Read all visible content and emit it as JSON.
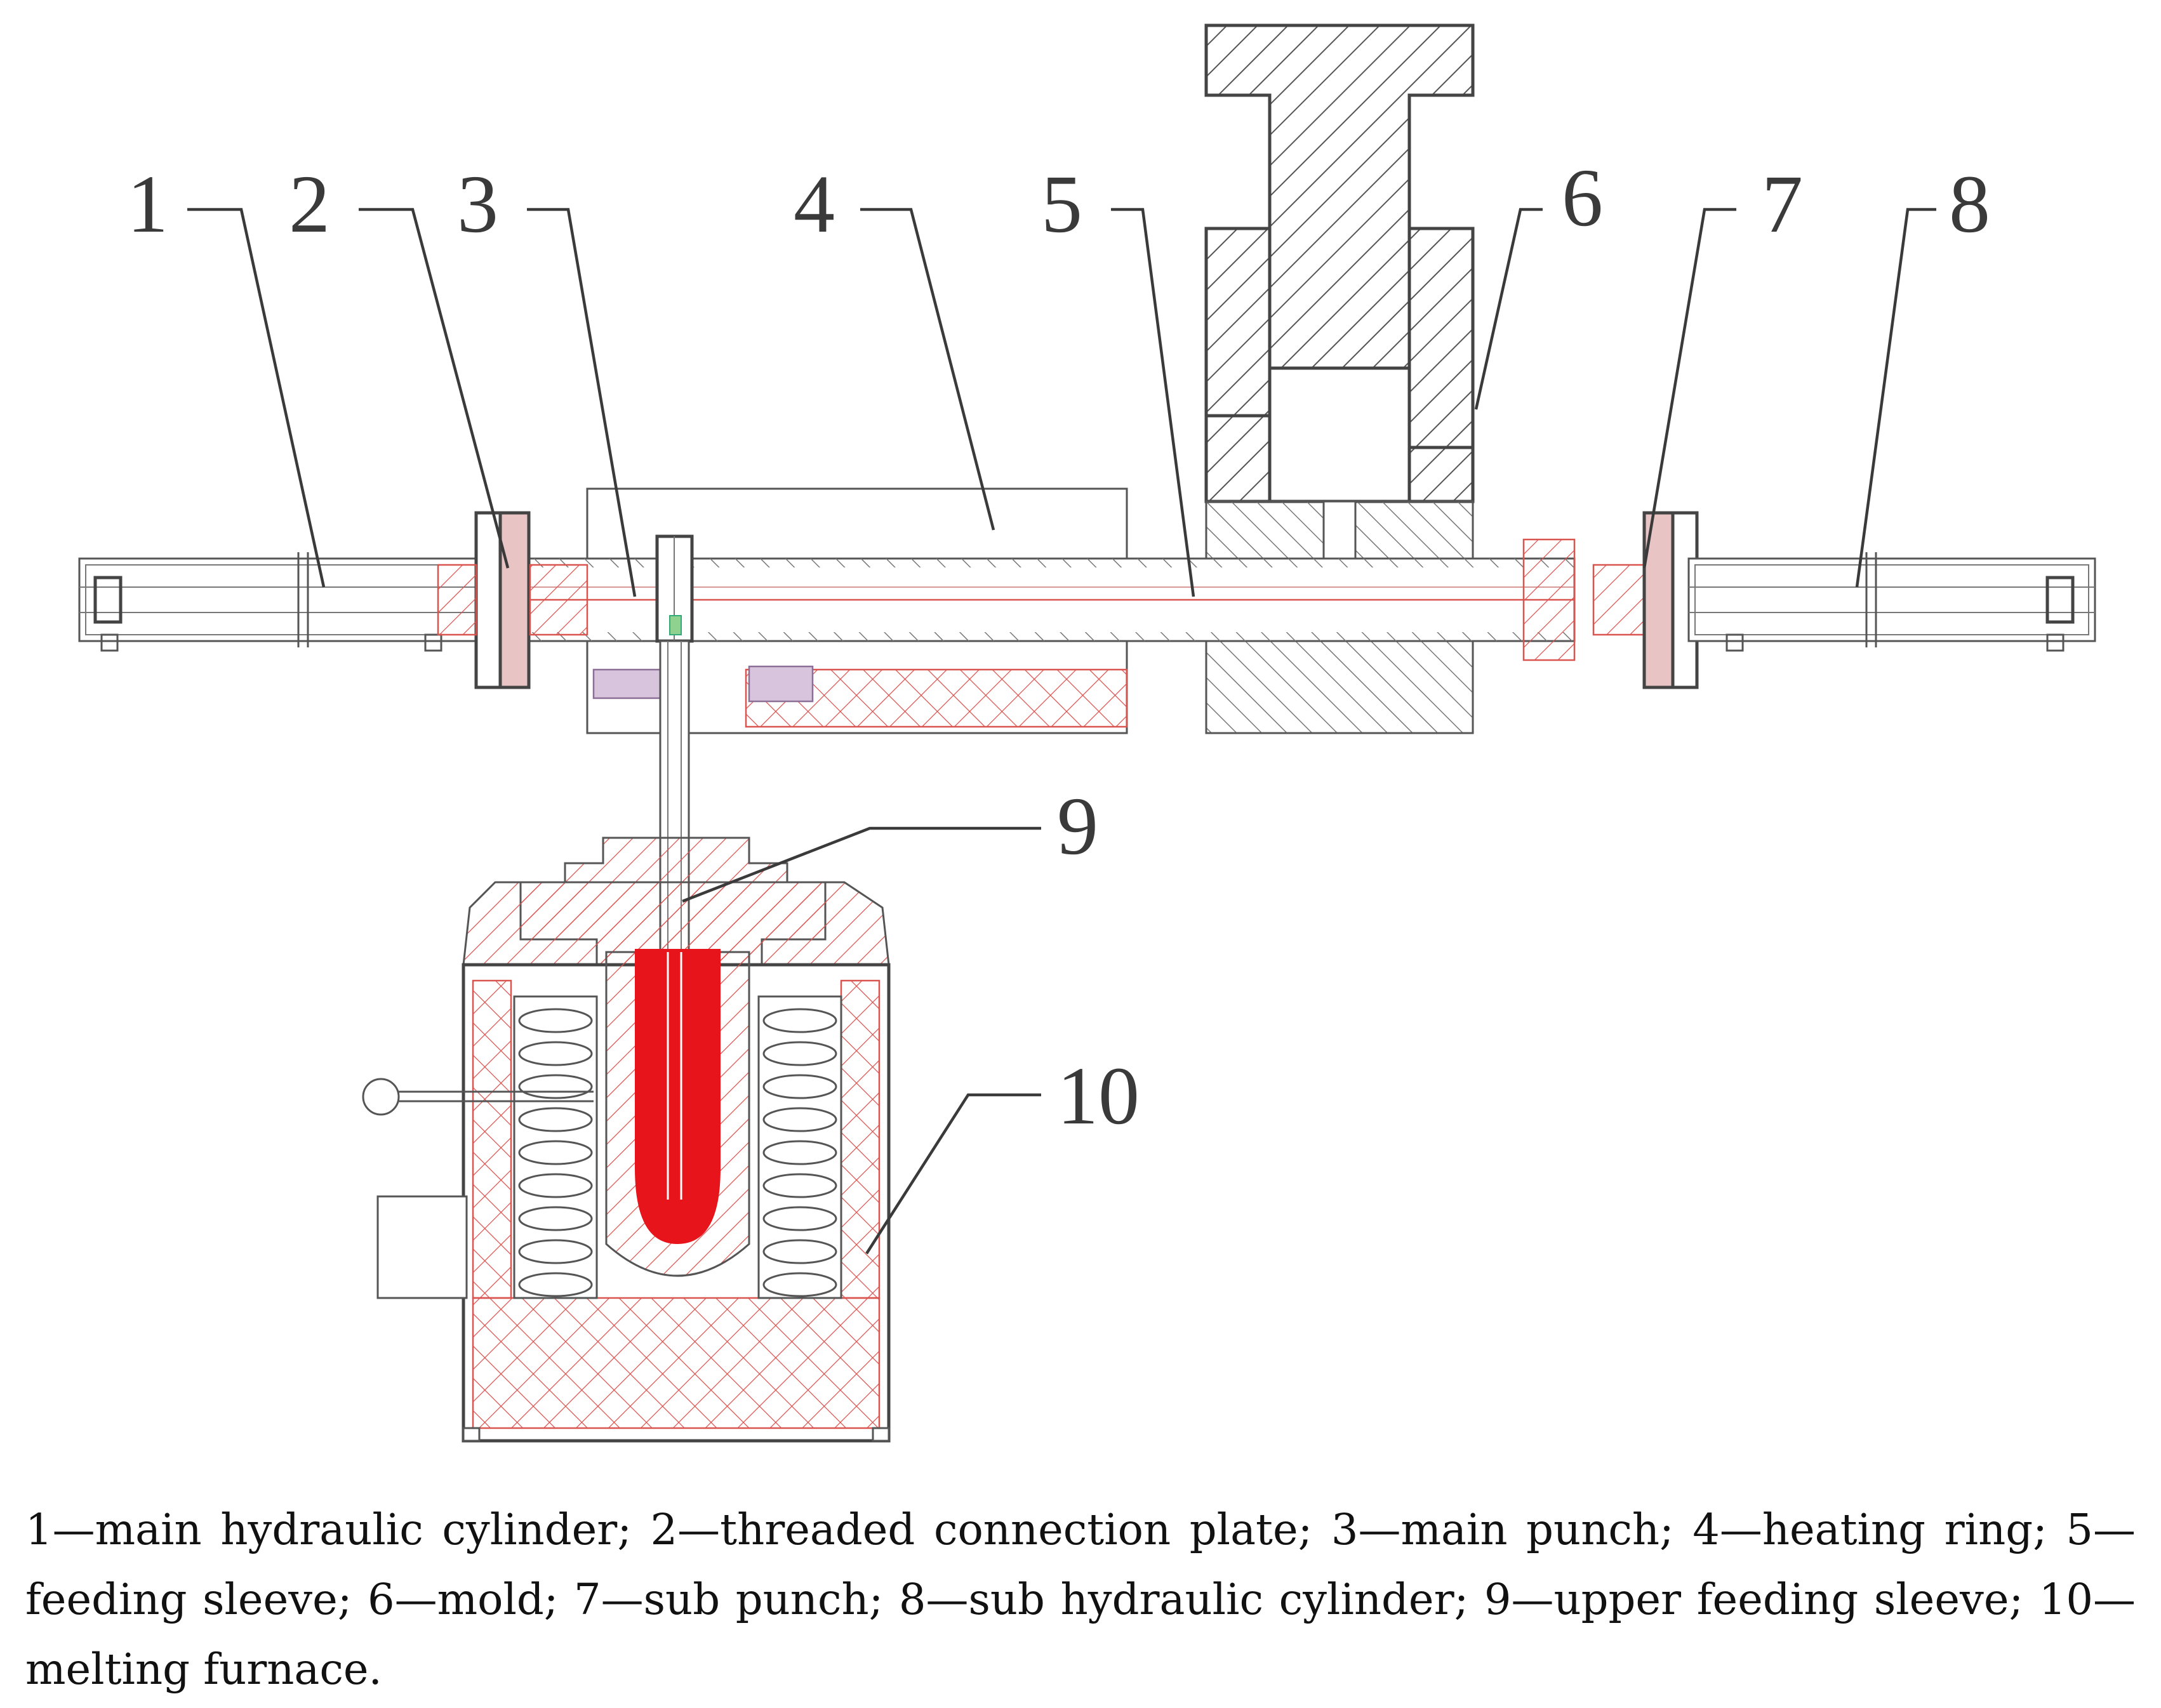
{
  "callouts": [
    {
      "id": "1"
    },
    {
      "id": "2"
    },
    {
      "id": "3"
    },
    {
      "id": "4"
    },
    {
      "id": "5"
    },
    {
      "id": "6"
    },
    {
      "id": "7"
    },
    {
      "id": "8"
    },
    {
      "id": "9"
    },
    {
      "id": "10"
    }
  ],
  "caption": "1—main hydraulic cylinder; 2—threaded connection plate; 3—main punch; 4—heating ring; 5—feeding sleeve; 6—mold; 7—sub punch; 8—sub hydraulic cylinder; 9—upper feeding sleeve; 10—melting furnace.",
  "colors": {
    "line": "#444444",
    "hatch_red": "#d9534f",
    "molten_metal": "#e8141b",
    "flange_fill": "#e8c4c4",
    "heater_fill": "#f3d9d9"
  }
}
